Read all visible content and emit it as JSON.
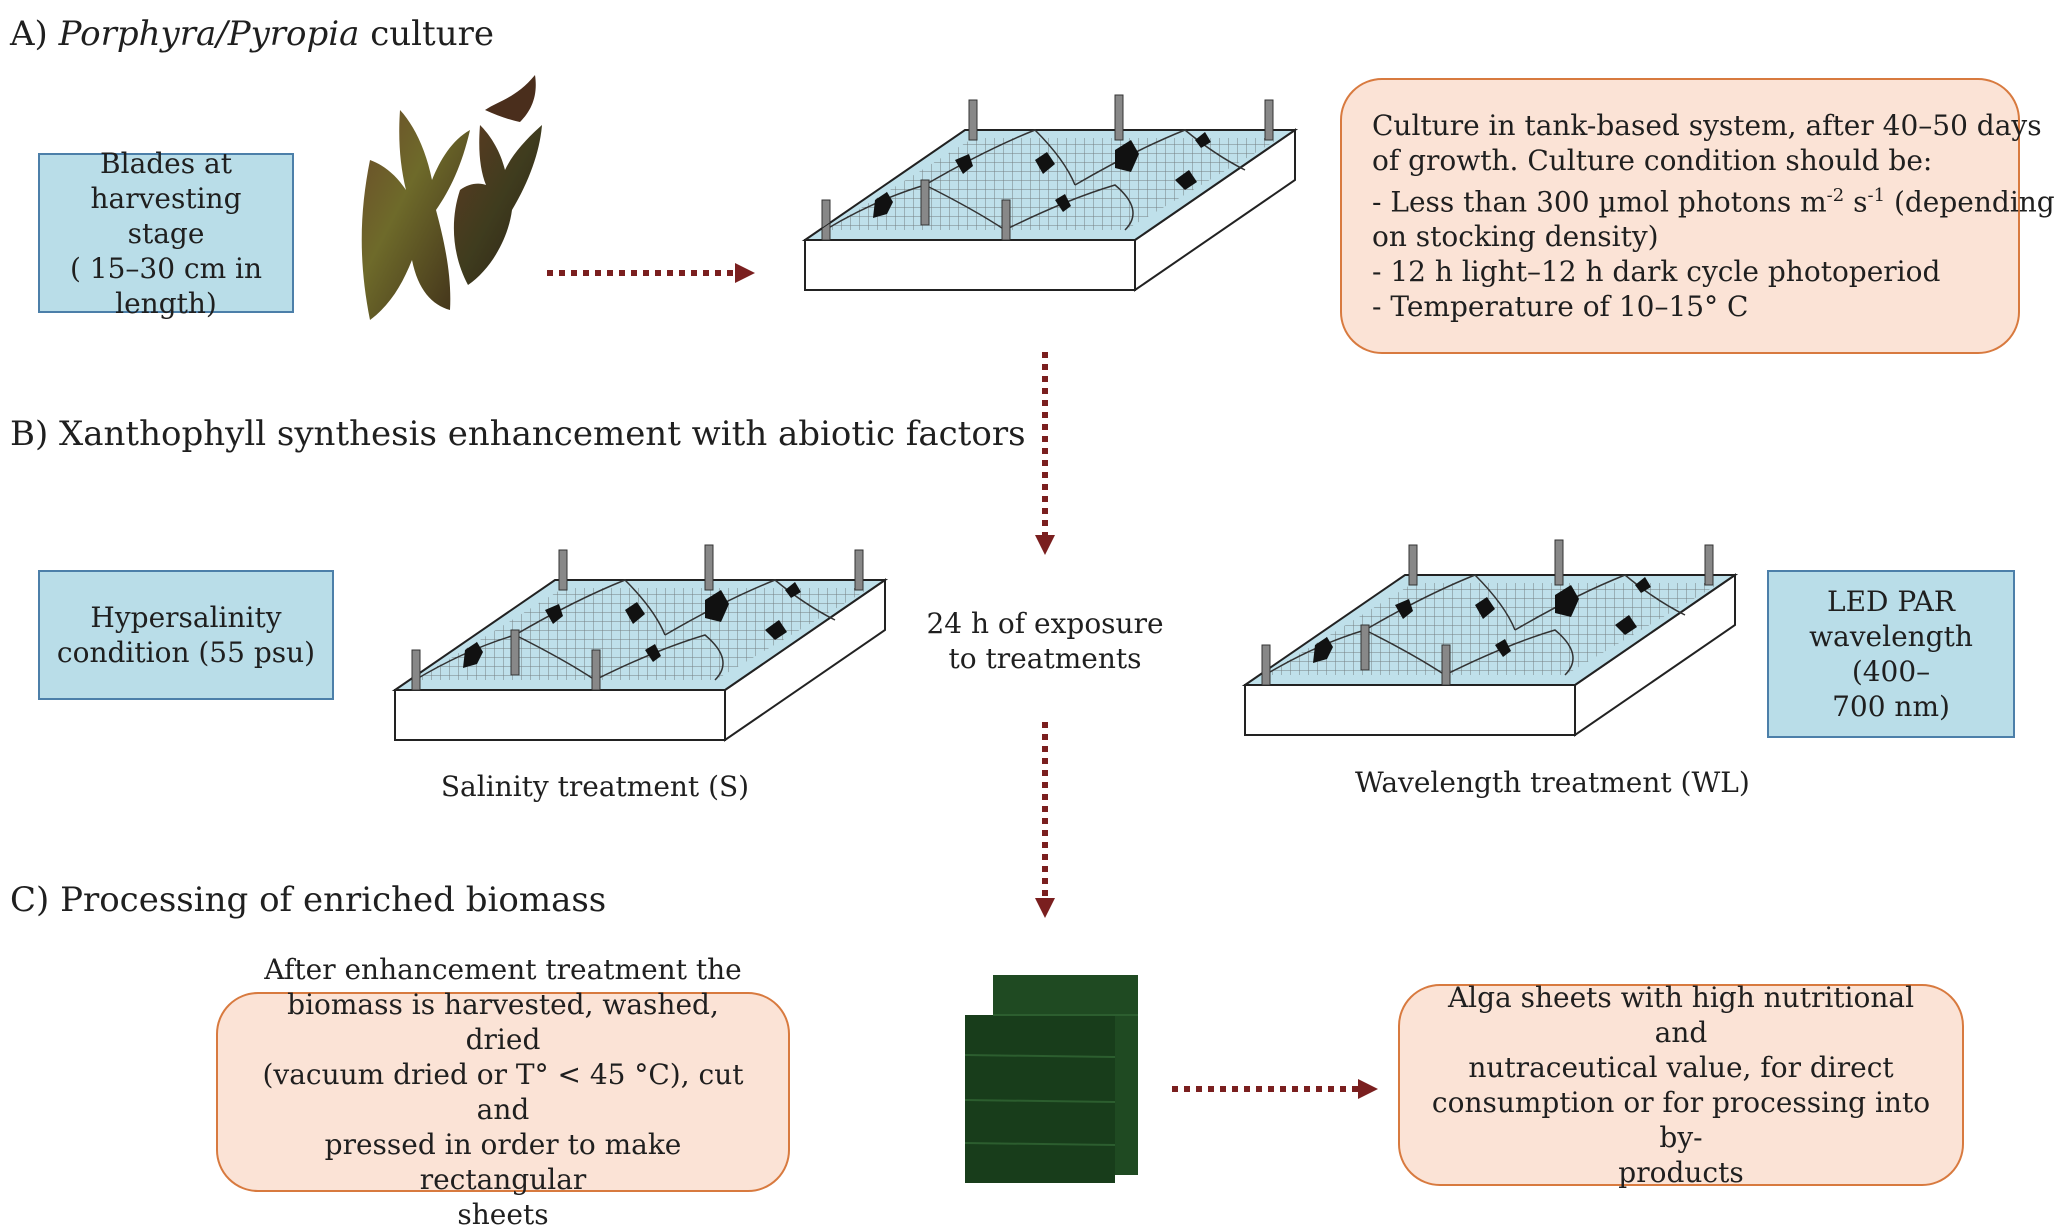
{
  "sections": {
    "a": {
      "prefix": "A) ",
      "italic_title": "Porphyra/Pyropia",
      "suffix": " culture"
    },
    "b": {
      "title": "B) Xanthophyll synthesis enhancement with abiotic factors"
    },
    "c": {
      "title": "C) Processing of enriched biomass"
    }
  },
  "boxes": {
    "blades": [
      "Blades at",
      "harvesting stage",
      "( 15–30 cm in",
      "length)"
    ],
    "culture_conditions": {
      "line1": "Culture in tank-based system, after 40–50 days",
      "line2": "of growth. Culture condition should be:",
      "line3_start": "- Less than 300 µmol photons m",
      "line3_sup1": "-2",
      "line3_mid": " s",
      "line3_sup2": "-1",
      "line3_end": " (depending",
      "line4": "on stocking density)",
      "line5": "- 12 h light–12 h dark cycle photoperiod",
      "line6": "- Temperature of 10–15° C"
    },
    "hypersalinity": [
      "Hypersalinity",
      "condition (55 psu)"
    ],
    "led_par": [
      "LED PAR",
      "wavelength (400–",
      "700 nm)"
    ],
    "after_enhancement": [
      "After enhancement treatment the",
      "biomass is harvested, washed, dried",
      "(vacuum dried or T° < 45 °C), cut and",
      "pressed in order to make rectangular",
      "sheets"
    ],
    "alga_sheets": [
      "Alga sheets with high nutritional and",
      "nutraceutical value, for direct",
      "consumption or for processing into by-",
      "products"
    ]
  },
  "labels": {
    "exposure": [
      "24 h of exposure",
      "to treatments"
    ],
    "salinity_caption": "Salinity treatment (S)",
    "wavelength_caption": "Wavelength treatment (WL)"
  },
  "colors": {
    "blue_box_fill": "#b9dde8",
    "blue_box_border": "#4c7fa9",
    "peach_box_fill": "#fbe3d6",
    "peach_box_border": "#d87a3f",
    "arrow": "#7a1f1f",
    "water": "#bfe0ea",
    "sheet_green": "#1f4a22"
  }
}
